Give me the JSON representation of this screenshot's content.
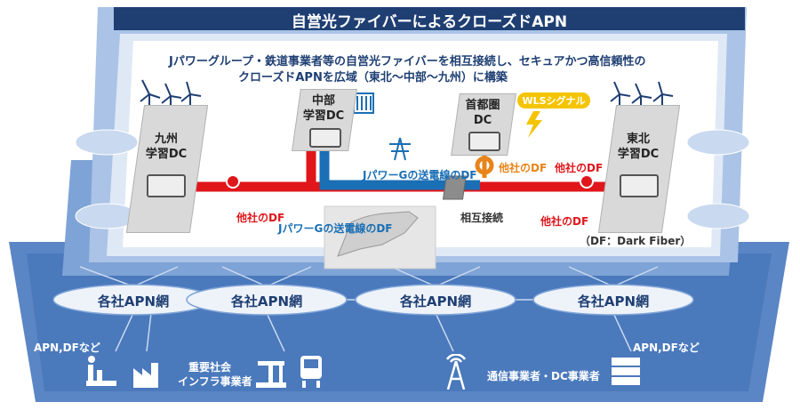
{
  "title": "自営光ファイバーによるクローズドAPN",
  "headline_line1": "Jパワーグループ・鉄道事業者等の自営光ファイバーを相互接続し、セキュアかつ高信頼性の",
  "headline_line2": "クローズドAPNを広域（東北～中部～九州）に構築",
  "dcs": {
    "kyushu": [
      "九州",
      "学習DC"
    ],
    "chubu": [
      "中部",
      "学習DC"
    ],
    "shutoken": [
      "首都圏",
      "DC"
    ],
    "tohoku": [
      "東北",
      "学習DC"
    ]
  },
  "wls_signal": "WLSシグナル",
  "fiber_labels": {
    "jpower_df_upper": "JパワーGの送電線のDF",
    "jpower_df_lower": "JパワーGの送電線のDF",
    "other_df_left": "他社のDF",
    "other_df_orange": "他社のDF",
    "other_df_right_top": "他社のDF",
    "other_df_right_bottom": "他社のDF",
    "interconnect": "相互接続"
  },
  "df_note": "（DF：Dark Fiber）",
  "apn_networks": [
    "各社APN網",
    "各社APN網",
    "各社APN網",
    "各社APN網"
  ],
  "bottom": {
    "apn_df_left": "APN,DFなど",
    "apn_df_right": "APN,DFなど",
    "infra_line1": "重要社会",
    "infra_line2": "インフラ事業者",
    "telecom": "通信事業者・DC事業者"
  },
  "colors": {
    "other_df": "#e0161b",
    "jpower_df": "#1a6fb5",
    "wls": "#f5c400",
    "navy": "#1f3f73"
  }
}
